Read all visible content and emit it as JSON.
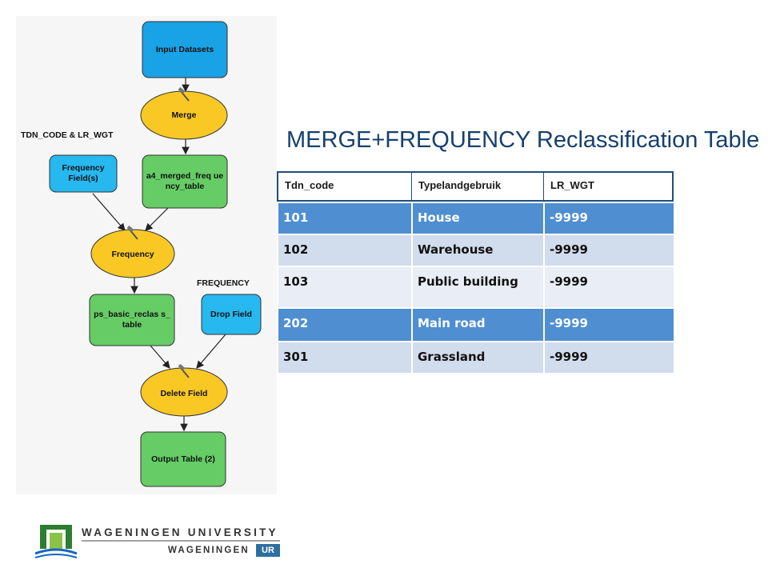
{
  "colors": {
    "input_node": "#1aa2e6",
    "tool_node": "#f9c825",
    "data_node": "#66cc66",
    "param_node": "#27b8f0",
    "title": "#16406e",
    "table_border": "#1f4e79",
    "row_dark": "#4f8fd1",
    "row_light": "#d1dcec",
    "row_lighter": "#e8edf6"
  },
  "diagram": {
    "nodes": {
      "input_datasets": "Input Datasets",
      "merge": "Merge",
      "merged_table": "a4_merged_freq uency_table",
      "frequency_fields": "Frequency Field(s)",
      "frequency": "Frequency",
      "basic_reclass_table": "ps_basic_reclas s_table",
      "drop_field": "Drop Field",
      "delete_field": "Delete Field",
      "output_table": "Output Table (2)"
    },
    "labels": {
      "frequency_fields_value": "TDN_CODE & LR_WGT",
      "drop_field_value": "FREQUENCY"
    },
    "icons": {
      "tool": "hammer-icon"
    }
  },
  "slide": {
    "title": "MERGE+FREQUENCY Reclassification Table"
  },
  "table": {
    "headers": [
      "Tdn_code",
      "Typelandgebruik",
      "LR_WGT"
    ],
    "rows": [
      [
        "101",
        "House",
        "-9999"
      ],
      [
        "102",
        "Warehouse",
        "-9999"
      ],
      [
        "103",
        "Public building",
        "-9999"
      ],
      [
        "202",
        "Main road",
        "-9999"
      ],
      [
        "301",
        "Grassland",
        "-9999"
      ]
    ]
  },
  "logo": {
    "line1": "WAGENINGEN UNIVERSITY",
    "line2": "WAGENINGEN",
    "badge": "UR"
  }
}
